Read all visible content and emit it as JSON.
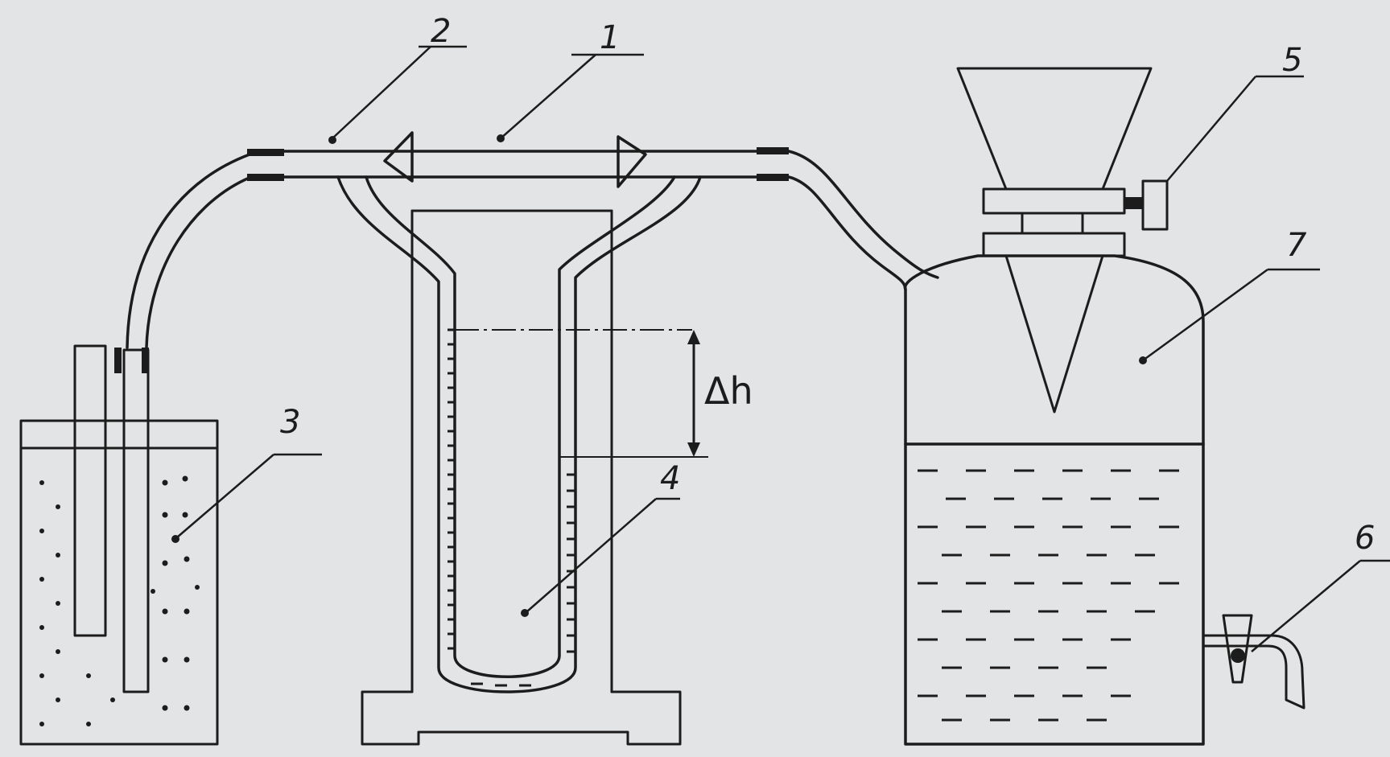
{
  "diagram": {
    "labels": {
      "tube": "1",
      "junction": "2",
      "soil_vessel": "3",
      "manometer": "4",
      "valve": "5",
      "tap": "6",
      "tank": "7"
    },
    "delta_h": "Δh"
  },
  "colors": {
    "background": "#e3e4e5",
    "ink": "#1c1c1c"
  }
}
